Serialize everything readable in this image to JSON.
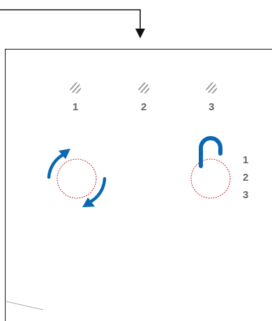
{
  "diagram": {
    "hatch_labels": [
      "1",
      "2",
      "3"
    ],
    "lock_labels": [
      "1",
      "2",
      "3"
    ],
    "icons": {
      "rotate": "rotate-arrows-icon",
      "padlock": "open-padlock-icon",
      "hatch": "hatched-mark-icon",
      "circle": "dashed-circle-outline"
    },
    "colors": {
      "arrow_blue": "#0b67b2",
      "circle_red": "#cc2222",
      "hatch_gray": "#8a8a8a",
      "label_gray": "#666666",
      "line_black": "#111111"
    }
  }
}
